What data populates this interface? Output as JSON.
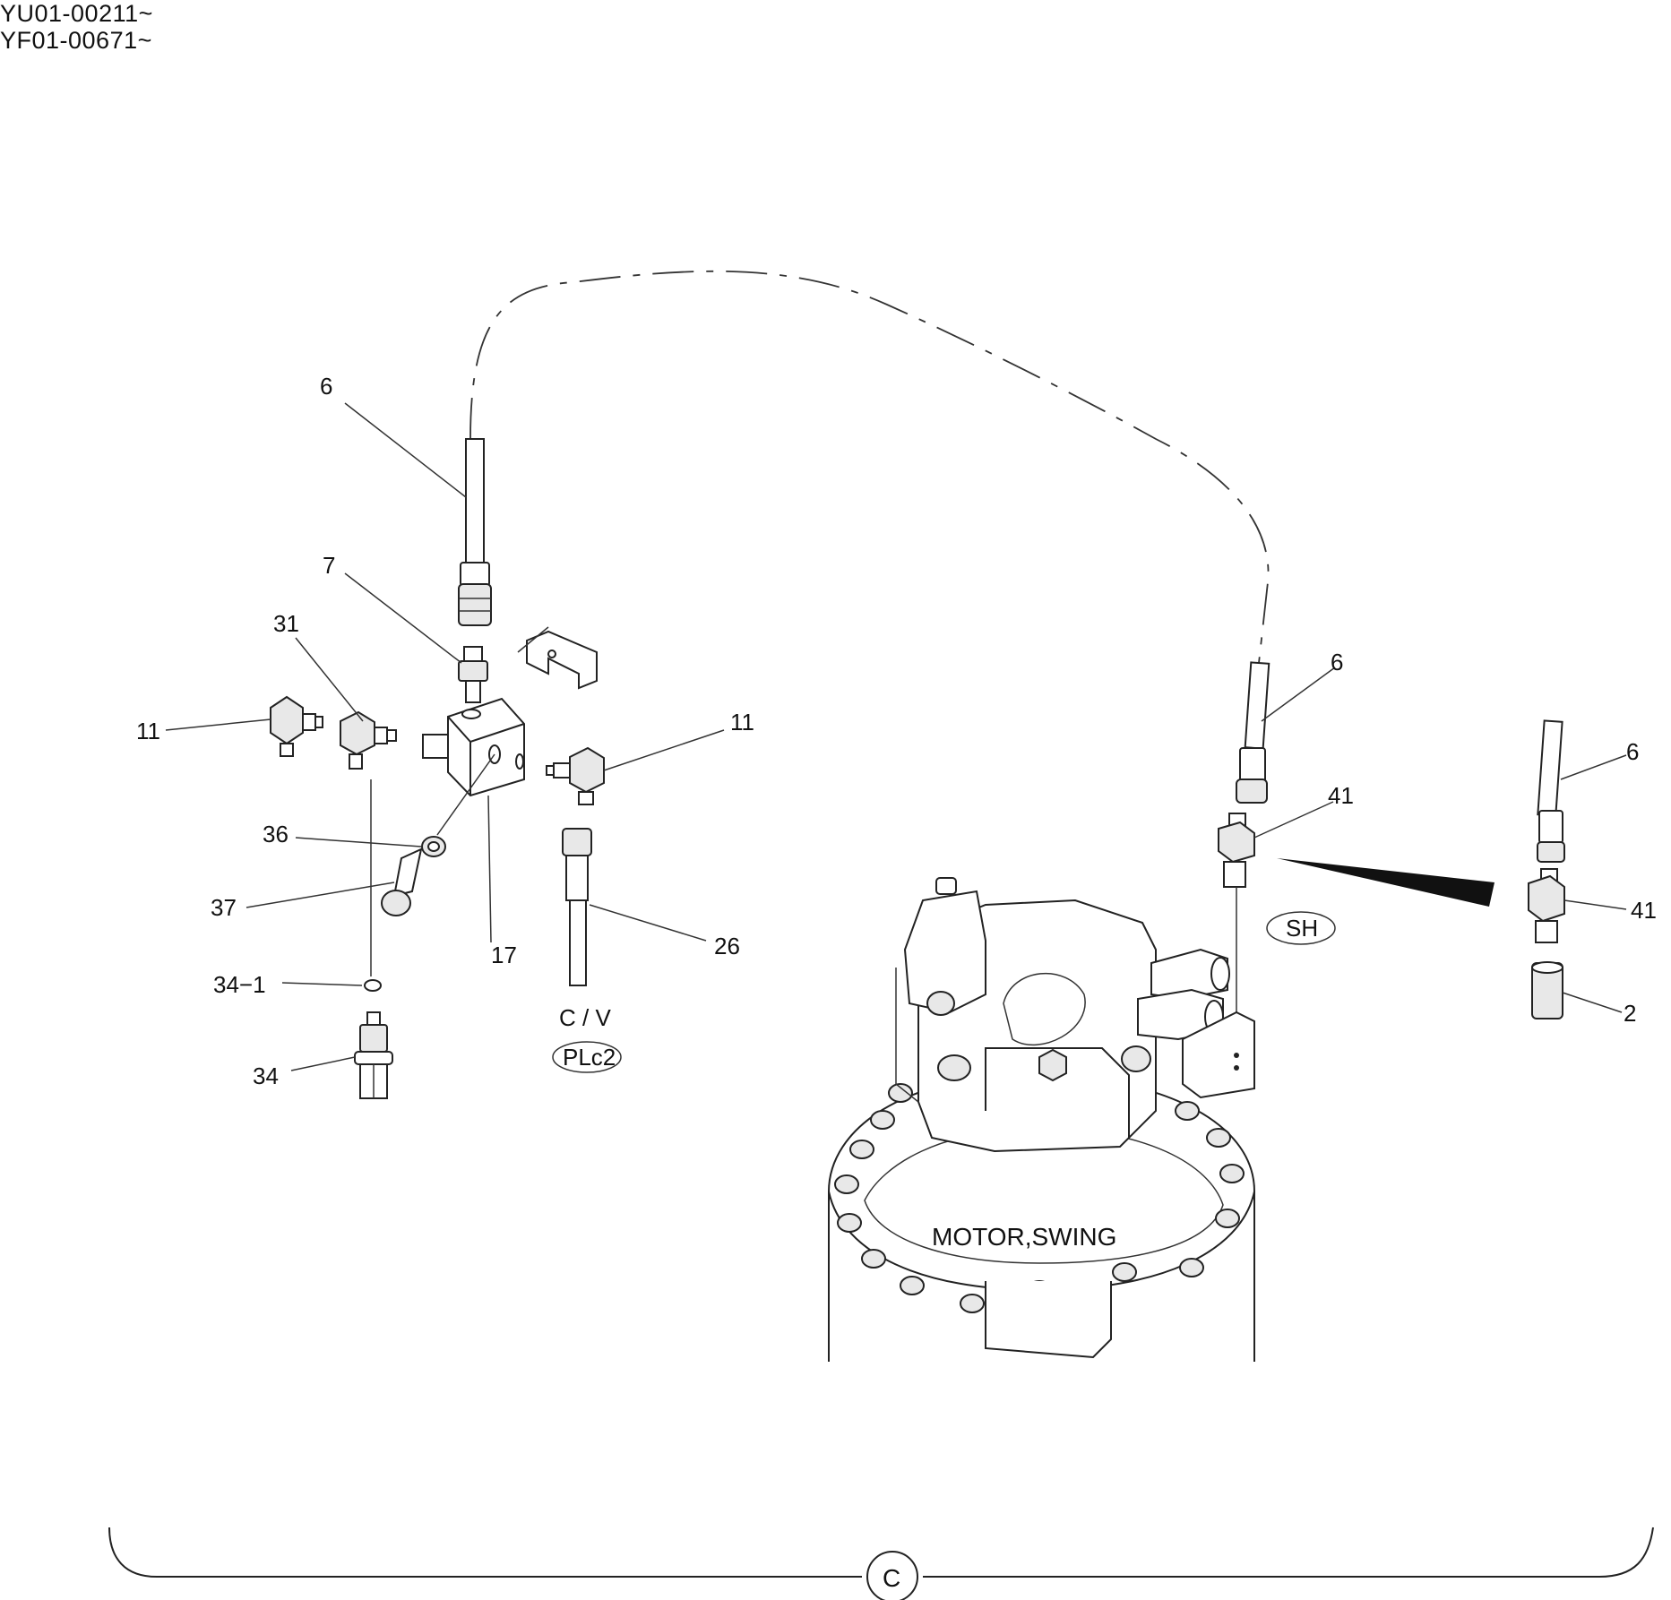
{
  "header": {
    "serial_1": "YU01-00211~",
    "serial_2": "YF01-00671~"
  },
  "callouts": {
    "c6_top": "6",
    "c7": "7",
    "c31": "31",
    "c11_left": "11",
    "c11_right": "11",
    "c36": "36",
    "c37": "37",
    "c17": "17",
    "c26": "26",
    "c34_1": "34−1",
    "c34": "34",
    "c6_mid": "6",
    "c41_mid": "41",
    "c6_right": "6",
    "c41_right": "41",
    "c2": "2"
  },
  "ports": {
    "cv": "C / V",
    "plc2": "PLc2",
    "sh": "SH"
  },
  "component": {
    "motor_label": "MOTOR,SWING"
  },
  "view": {
    "label": "C"
  }
}
